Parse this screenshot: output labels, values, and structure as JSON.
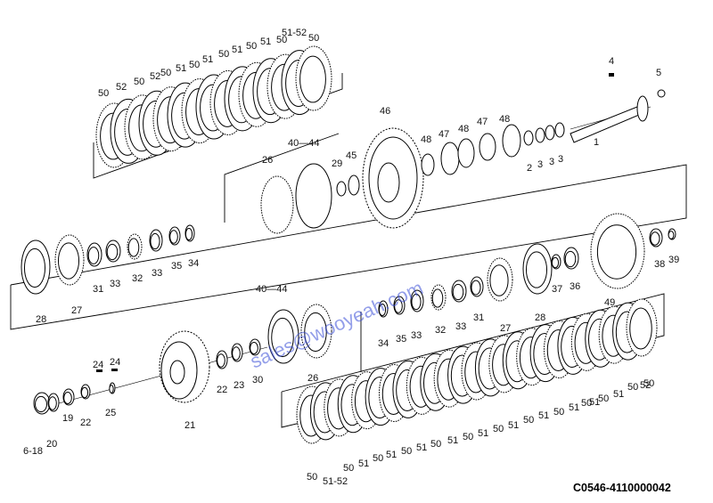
{
  "diagram": {
    "code": "C0546-4110000042",
    "watermark": "sales@wooyeah.com",
    "labels": {
      "top_clutch": [
        "50",
        "52",
        "50",
        "52",
        "50",
        "51",
        "50",
        "51",
        "50",
        "51",
        "50",
        "51",
        "50",
        "51-52",
        "50"
      ],
      "top_shaft": [
        "4",
        "5",
        "46",
        "48",
        "47",
        "48",
        "47",
        "48",
        "2",
        "3",
        "3",
        "3",
        "1",
        "26",
        "40—44",
        "29",
        "45"
      ],
      "middle": [
        "28",
        "27",
        "31",
        "33",
        "32",
        "33",
        "35",
        "34",
        "38",
        "39",
        "37",
        "36",
        "49",
        "27",
        "28",
        "31",
        "33",
        "32",
        "33",
        "35",
        "34"
      ],
      "lower": [
        "40—44",
        "26",
        "24",
        "24",
        "25",
        "22",
        "19",
        "20",
        "6-18",
        "21",
        "22",
        "23",
        "30"
      ],
      "bottom_clutch": [
        "50",
        "51-52",
        "50",
        "51",
        "50",
        "51",
        "50",
        "51",
        "50",
        "51",
        "50",
        "51",
        "50",
        "51",
        "50",
        "51",
        "50",
        "51",
        "50",
        "51",
        "50",
        "51",
        "50",
        "52",
        "50"
      ]
    }
  }
}
